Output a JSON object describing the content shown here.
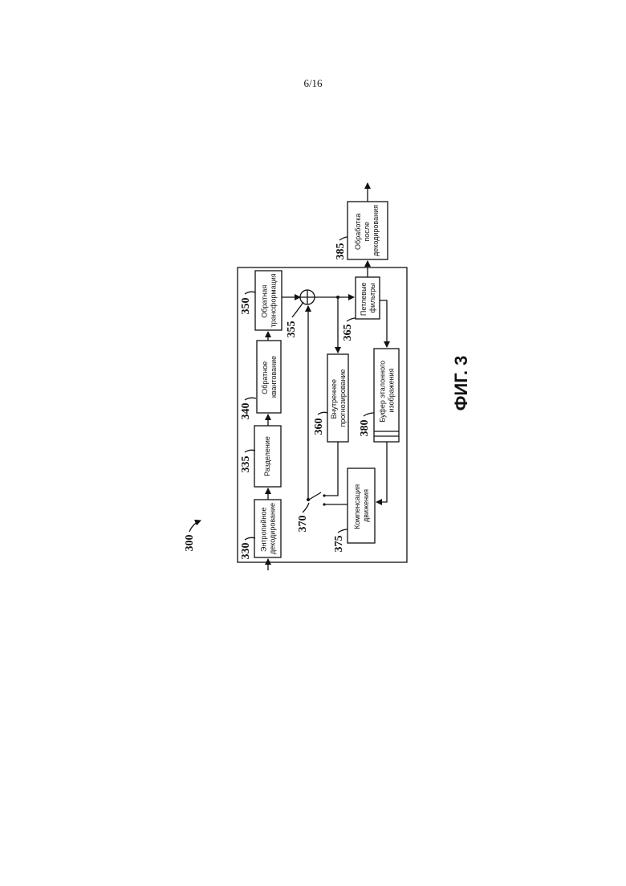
{
  "page": {
    "number": "6/16"
  },
  "figure": {
    "label": "300",
    "caption": "ФИГ. 3",
    "blocks": [
      {
        "ref": "330",
        "lines": [
          "Энтропийное",
          "декодирование"
        ]
      },
      {
        "ref": "335",
        "lines": [
          "Разделение"
        ]
      },
      {
        "ref": "340",
        "lines": [
          "Обратное",
          "квантование"
        ]
      },
      {
        "ref": "350",
        "lines": [
          "Обратная",
          "трансформация"
        ]
      },
      {
        "ref": "355",
        "lines": []
      },
      {
        "ref": "360",
        "lines": [
          "Внутреннее",
          "прогнозирование"
        ]
      },
      {
        "ref": "365",
        "lines": [
          "Петлевые",
          "фильтры"
        ]
      },
      {
        "ref": "370",
        "lines": []
      },
      {
        "ref": "375",
        "lines": [
          "Компенсация",
          "движения"
        ]
      },
      {
        "ref": "380",
        "lines": [
          "Буфер эталонного",
          "изображения"
        ]
      },
      {
        "ref": "385",
        "lines": [
          "Обработка",
          "после",
          "декодирования"
        ]
      }
    ]
  }
}
